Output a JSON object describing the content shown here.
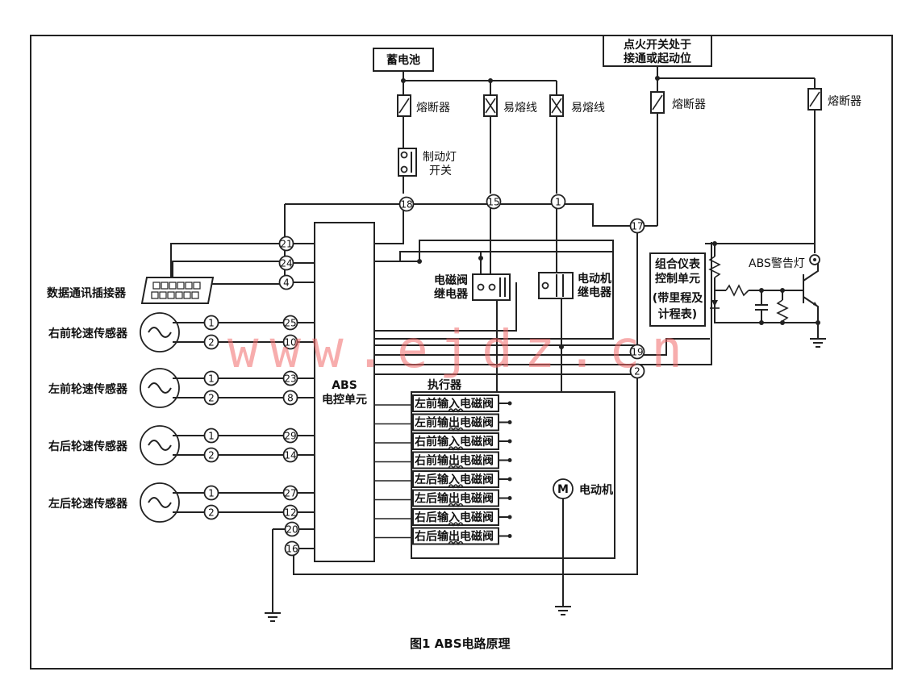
{
  "supply": {
    "battery": "蓄电池",
    "ignition_line1": "点火开关处于",
    "ignition_line2": "接通或起动位",
    "fuse": "熔断器",
    "fusible_link": "易熔线",
    "brake_switch_line1": "制动灯",
    "brake_switch_line2": "开关"
  },
  "ecu": {
    "line1": "ABS",
    "line2": "电控单元"
  },
  "relays": {
    "solenoid_line1": "电磁阀",
    "solenoid_line2": "继电器",
    "motor_line1": "电动机",
    "motor_line2": "继电器"
  },
  "cluster": {
    "line1": "组合仪表",
    "line2": "控制单元",
    "line3": "(带里程及",
    "line4": "计程表)",
    "warning_lamp": "ABS警告灯"
  },
  "connector_label": "数据通讯插接器",
  "sensors": [
    {
      "label": "右前轮速传感器",
      "pins": [
        "25",
        "10"
      ]
    },
    {
      "label": "左前轮速传感器",
      "pins": [
        "23",
        "8"
      ]
    },
    {
      "label": "右后轮速传感器",
      "pins": [
        "29",
        "14"
      ]
    },
    {
      "label": "左后轮速传感器",
      "pins": [
        "27",
        "12"
      ]
    }
  ],
  "sensor_terminals": [
    "1",
    "2"
  ],
  "ecu_pins_top": [
    "21",
    "24",
    "4"
  ],
  "ecu_pins_bottom": [
    "20",
    "16"
  ],
  "junctions": [
    "18",
    "15",
    "1",
    "17",
    "19",
    "2"
  ],
  "actuator": {
    "title": "执行器",
    "valves": [
      "左前输入电磁阀",
      "左前输出电磁阀",
      "右前输入电磁阀",
      "右前输出电磁阀",
      "左后输入电磁阀",
      "左后输出电磁阀",
      "右后输入电磁阀",
      "右后输出电磁阀"
    ],
    "motor_symbol": "M",
    "motor_label": "电动机"
  },
  "watermark": "www.ejdz.cn",
  "caption": "图1 ABS电路原理"
}
